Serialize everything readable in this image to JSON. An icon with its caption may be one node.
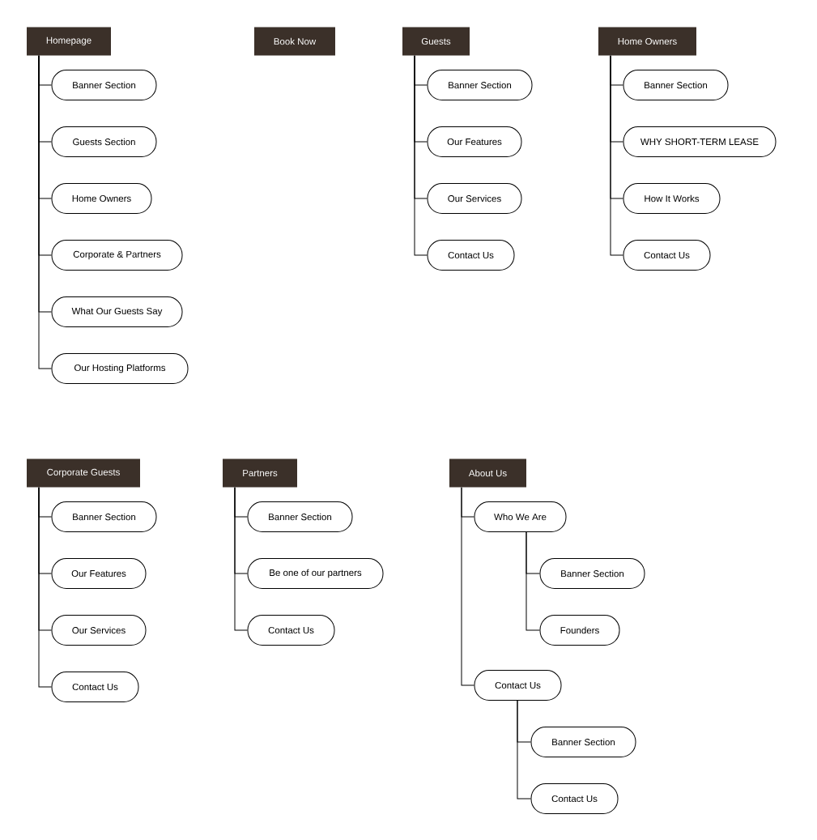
{
  "diagram": {
    "nodes": [
      {
        "text": [
          "Homepage"
        ]
      },
      {
        "text": [
          "Banner Section"
        ]
      },
      {
        "text": [
          "Guests Section"
        ]
      },
      {
        "text": [
          "Home Owners"
        ]
      },
      {
        "text": [
          "Corporate & Partners"
        ]
      },
      {
        "text": [
          "What Our Guests Say"
        ]
      },
      {
        "text": [
          "Our Hosting Platforms"
        ]
      },
      {
        "text": [
          "Book Now"
        ]
      },
      {
        "text": [
          "Guests"
        ]
      },
      {
        "text": [
          "Banner Section"
        ]
      },
      {
        "text": [
          "Our Features"
        ]
      },
      {
        "text": [
          "Our Services"
        ]
      },
      {
        "text": [
          "Contact Us"
        ]
      },
      {
        "text": [
          "Home Owners"
        ]
      },
      {
        "text": [
          "Banner Section"
        ]
      },
      {
        "text": [
          "WHY SHORT-TERM LEASE"
        ]
      },
      {
        "text": [
          "How It Works"
        ]
      },
      {
        "text": [
          "Contact Us"
        ]
      },
      {
        "text": [
          "Corporate Guests"
        ]
      },
      {
        "text": [
          "Banner Section"
        ]
      },
      {
        "text": [
          "Our Features"
        ]
      },
      {
        "text": [
          "Our Services"
        ]
      },
      {
        "text": [
          "Contact Us"
        ]
      },
      {
        "text": [
          "Partners"
        ]
      },
      {
        "text": [
          "Banner Section"
        ]
      },
      {
        "text": [
          "Be one of our partners"
        ]
      },
      {
        "text": [
          "Contact Us"
        ]
      },
      {
        "text": [
          "About Us"
        ]
      },
      {
        "text": [
          "Who We Are"
        ]
      },
      {
        "text": [
          "Banner Section"
        ]
      },
      {
        "text": [
          "Founders"
        ]
      },
      {
        "text": [
          "Contact Us"
        ]
      },
      {
        "text": [
          "Banner Section"
        ]
      },
      {
        "text": [
          "Contact Us"
        ]
      }
    ],
    "edges": [
      {
        "from": 0,
        "to": 1,
        "arrow": "none"
      },
      {
        "from": 0,
        "to": 2,
        "arrow": "none"
      },
      {
        "from": 0,
        "to": 3,
        "arrow": "none"
      },
      {
        "from": 0,
        "to": 4,
        "arrow": "none"
      },
      {
        "from": 0,
        "to": 5,
        "arrow": "none"
      },
      {
        "from": 0,
        "to": 6,
        "arrow": "none"
      },
      {
        "from": 8,
        "to": 9,
        "arrow": "none"
      },
      {
        "from": 8,
        "to": 10,
        "arrow": "none"
      },
      {
        "from": 8,
        "to": 11,
        "arrow": "none"
      },
      {
        "from": 8,
        "to": 12,
        "arrow": "none"
      },
      {
        "from": 13,
        "to": 14,
        "arrow": "none"
      },
      {
        "from": 13,
        "to": 15,
        "arrow": "none"
      },
      {
        "from": 13,
        "to": 16,
        "arrow": "none"
      },
      {
        "from": 13,
        "to": 17,
        "arrow": "none"
      },
      {
        "from": 18,
        "to": 19,
        "arrow": "none"
      },
      {
        "from": 18,
        "to": 20,
        "arrow": "none"
      },
      {
        "from": 18,
        "to": 21,
        "arrow": "none"
      },
      {
        "from": 18,
        "to": 22,
        "arrow": "none"
      },
      {
        "from": 23,
        "to": 24,
        "arrow": "none"
      },
      {
        "from": 23,
        "to": 25,
        "arrow": "none"
      },
      {
        "from": 23,
        "to": 26,
        "arrow": "none"
      },
      {
        "from": 27,
        "to": 28,
        "arrow": "none"
      },
      {
        "from": 27,
        "to": 31,
        "arrow": "none"
      },
      {
        "from": 28,
        "to": 29,
        "arrow": "none"
      },
      {
        "from": 28,
        "to": 30,
        "arrow": "none"
      },
      {
        "from": 31,
        "to": 32,
        "arrow": "none"
      },
      {
        "from": 31,
        "to": 33,
        "arrow": "none"
      }
    ]
  }
}
